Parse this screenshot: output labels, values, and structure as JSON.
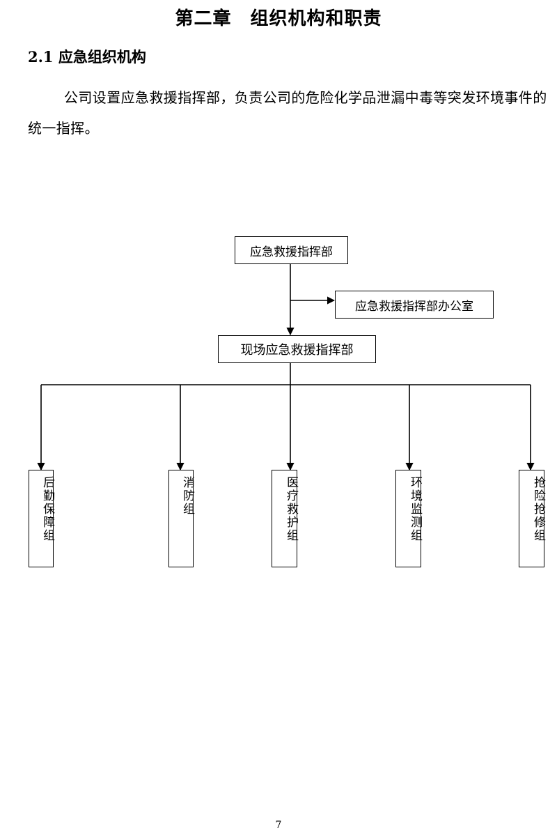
{
  "chapter_title": "第二章　组织机构和职责",
  "section_title": "2.1 应急组织机构",
  "paragraph": "公司设置应急救援指挥部，负责公司的危险化学品泄漏中毒等突发环境事件的统一指挥。",
  "org_chart": {
    "headquarters": "应急救援指挥部",
    "office": "应急救援指挥部办公室",
    "field_command": "现场应急救援指挥部",
    "groups": [
      "后勤保障组",
      "消防组",
      "医疗救护组",
      "环境监测组",
      "抢险抢修组"
    ]
  },
  "page_number": "7"
}
